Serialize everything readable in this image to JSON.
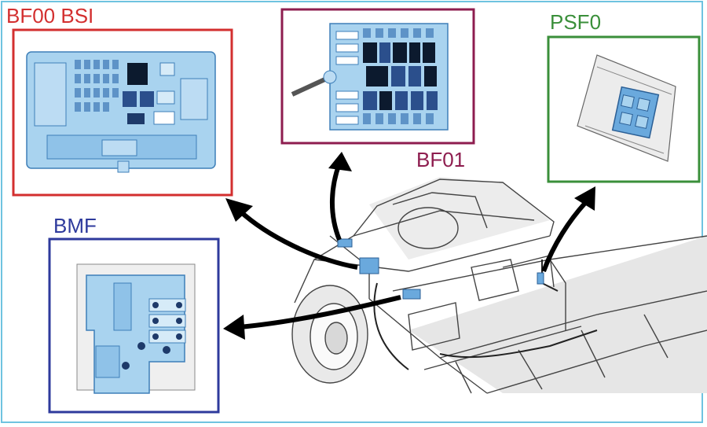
{
  "labels": {
    "bf00": "BF00 BSI",
    "bf01": "BF01",
    "psf0": "PSF0",
    "bmf": "BMF"
  },
  "colors": {
    "bf00": "#d32f2f",
    "bf01": "#8e1d4f",
    "psf0": "#3a8f3a",
    "bmf": "#2e3a9c",
    "frame": "#6fc3e0",
    "module_fill": "#a9d3ef",
    "module_stroke": "#3e7fb8",
    "dark_block": "#0c1a2e",
    "mid_block": "#2b4f8c"
  },
  "icons": {
    "vehicle": "vehicle-chassis-icon",
    "fuse_box": "fuse-box-icon",
    "arrow": "curved-arrow-icon"
  }
}
